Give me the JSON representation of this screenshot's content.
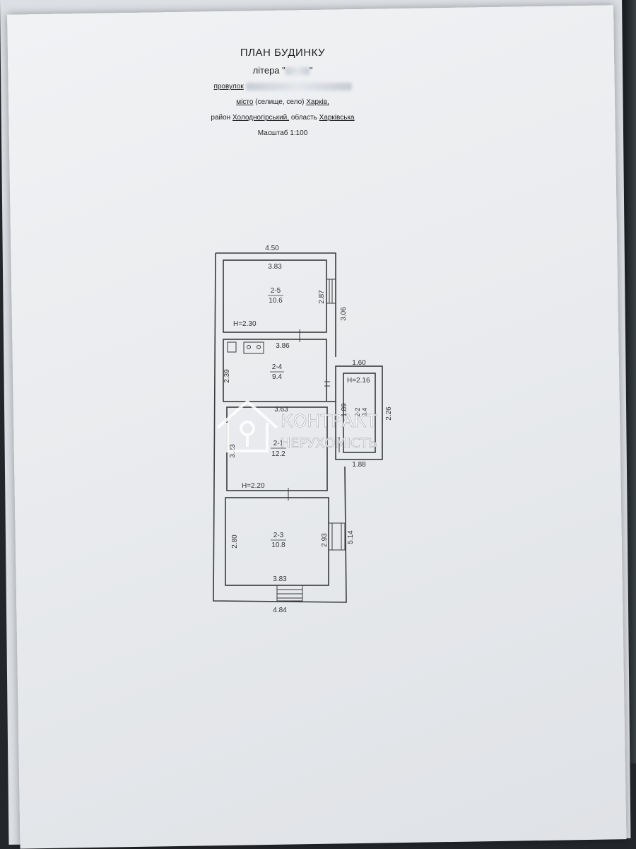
{
  "header": {
    "title": "ПЛАН БУДИНКУ",
    "letter_label": "літера",
    "street_label": "провулок",
    "city_label": "місто",
    "city_hint": "(селище, село)",
    "city_value": "Харків,",
    "district_label": "район",
    "district_value": "Холодногірський,",
    "region_label": "область",
    "region_value": "Харківська",
    "scale": "Масштаб 1:100"
  },
  "plan": {
    "dims": {
      "top_outer": "4.50",
      "r5_top": "3.83",
      "r5_right": "2.87",
      "right_outer_top": "3.06",
      "r4_top": "3.86",
      "r4_left": "2.39",
      "ext_top": "1.60",
      "ext_left": "1.89",
      "ext_bottom": "1.88",
      "ext_right": "2.26",
      "r1_top": "3.63",
      "r1_left": "3.23",
      "r3_left": "2.80",
      "r3_right": "2.93",
      "right_outer_bottom": "5.14",
      "r3_bottom": "3.83",
      "bottom_outer": "4.84"
    },
    "heights": {
      "r5": "H=2.30",
      "ext": "H=2.16",
      "r1": "H=2.20"
    },
    "rooms": [
      {
        "id": "2-5",
        "area": "10.6"
      },
      {
        "id": "2-4",
        "area": "9.4"
      },
      {
        "id": "2-1",
        "area": "12.2"
      },
      {
        "id": "2-3",
        "area": "10.8"
      },
      {
        "id": "2-2",
        "area": "3.4"
      }
    ]
  },
  "watermark": {
    "line1": "КОНТРАКТ",
    "line2": "НЕРУХОМІСТЬ"
  },
  "colors": {
    "ink": "#3a3a3a",
    "watermark": "#ffffff"
  }
}
